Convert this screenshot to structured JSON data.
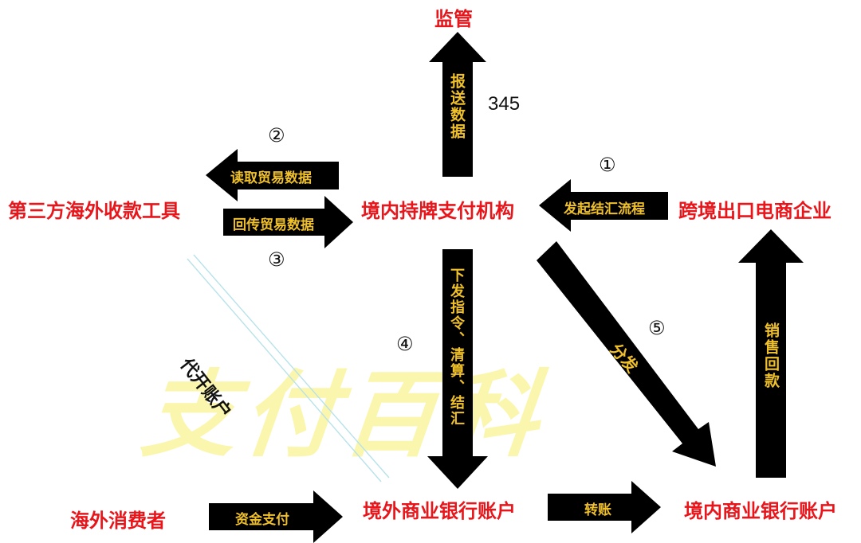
{
  "watermark": "支付百科",
  "nodes": {
    "regulator": "监管",
    "third_party_tool": "第三方海外收款工具",
    "licensed_payment_institution": "境内持牌支付机构",
    "cross_border_exporter": "跨境出口电商企业",
    "overseas_consumer": "海外消费者",
    "overseas_bank_account": "境外商业银行账户",
    "domestic_bank_account": "境内商业银行账户"
  },
  "arrows": {
    "report_data": "报送数据",
    "read_trade_data": "读取贸易数据",
    "return_trade_data": "回传贸易数据",
    "initiate_fx_process": "发起结汇流程",
    "instruct_clear_settle": "下发指令、清算、结汇",
    "distribute": "分发",
    "sales_proceeds": "销售回款",
    "fund_payment": "资金支付",
    "transfer": "转账"
  },
  "steps": {
    "s1": "①",
    "s2": "②",
    "s3": "③",
    "s4": "④",
    "s5": "⑤",
    "s345": "345"
  },
  "proxy_account_label": "代开账户",
  "colors": {
    "node_text": "#e8151b",
    "arrow_fill": "#000000",
    "arrow_text": "#f0c02a",
    "watermark": "#f5e828",
    "guide_lines": "#b8e2ea"
  }
}
